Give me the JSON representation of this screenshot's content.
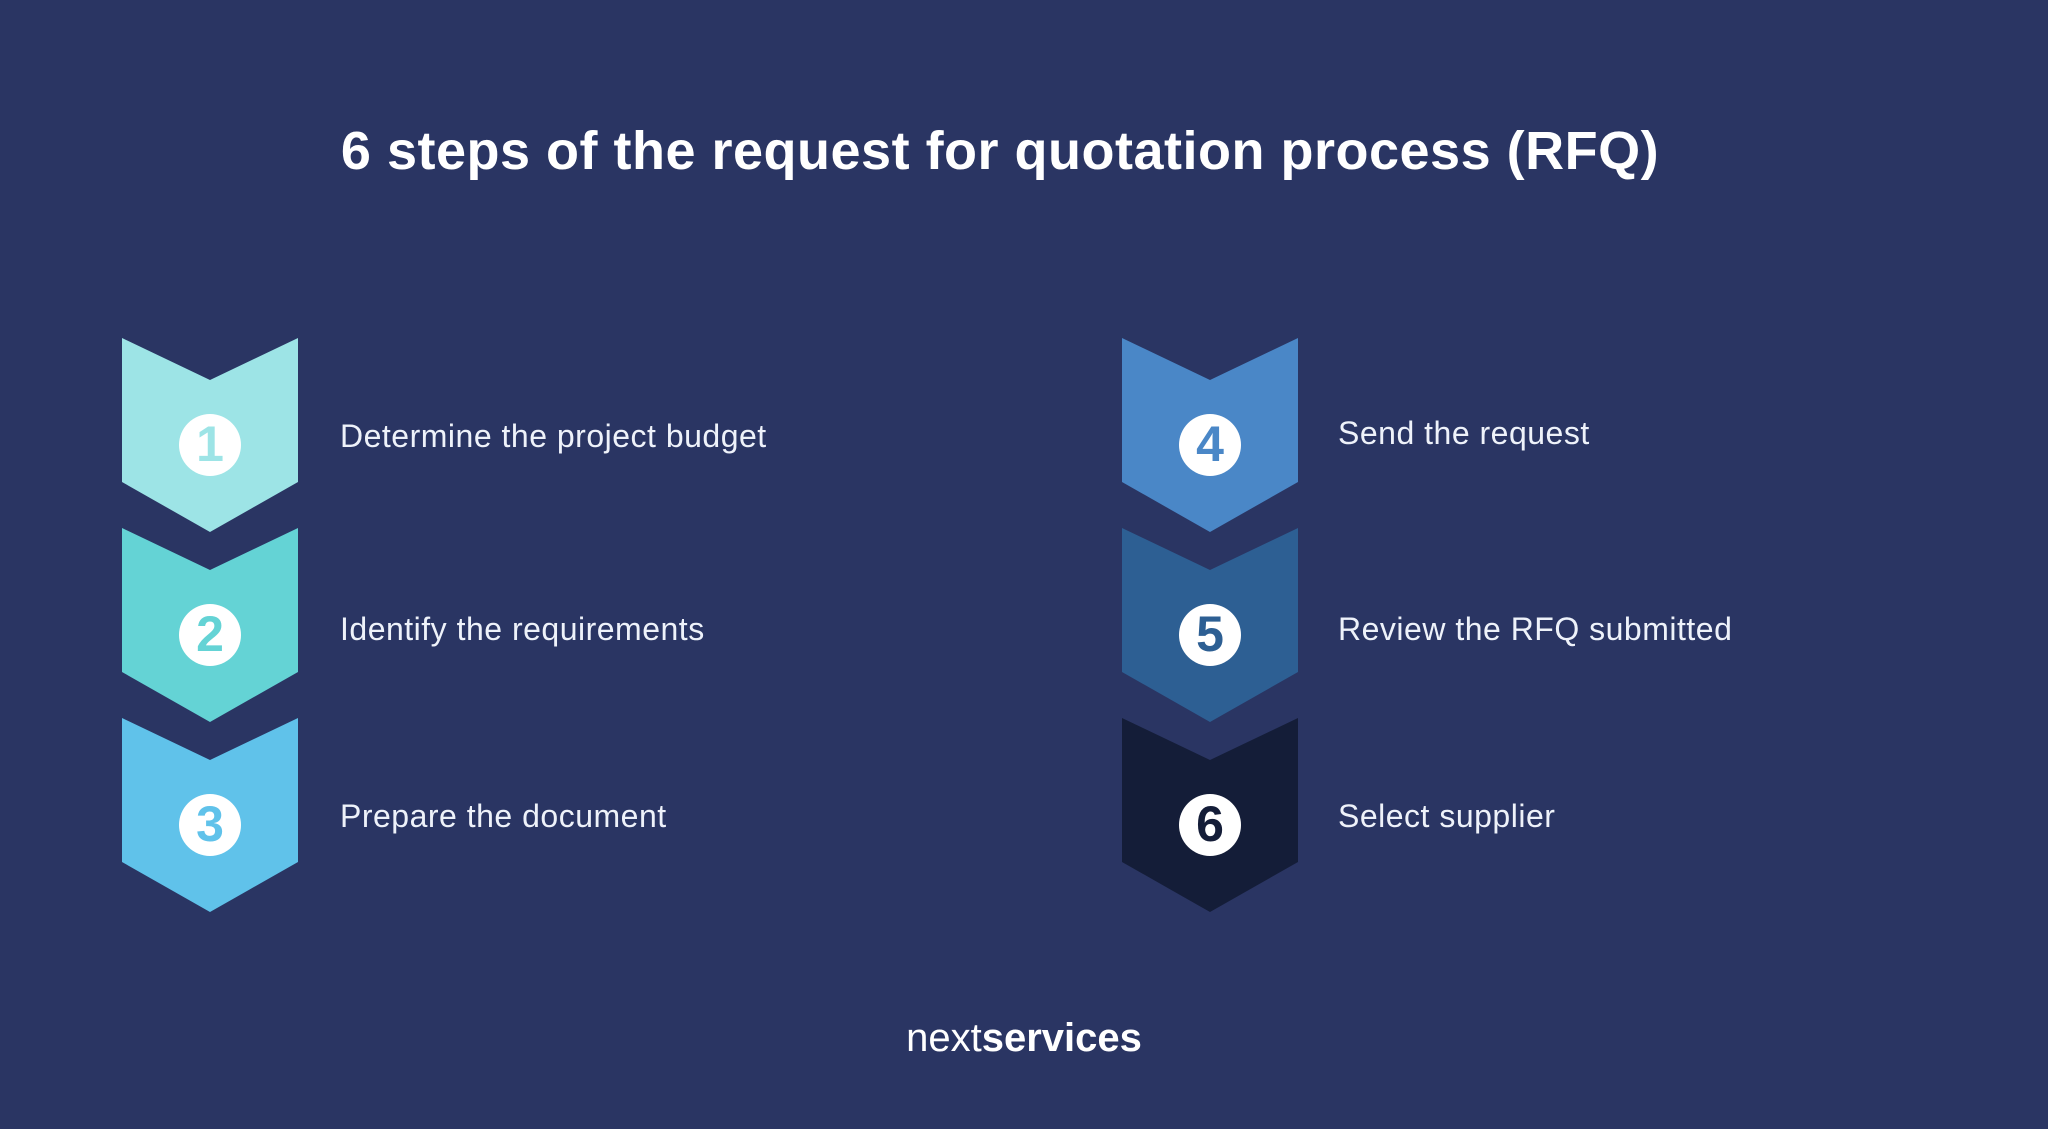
{
  "background_color": "#2a3563",
  "title": "6 steps of the request for quotation process (RFQ)",
  "steps": [
    {
      "number": "1",
      "label": "Determine the project budget",
      "color": "#9de4e6"
    },
    {
      "number": "2",
      "label": "Identify the requirements",
      "color": "#64d3d5"
    },
    {
      "number": "3",
      "label": "Prepare the document",
      "color": "#60c2ea"
    },
    {
      "number": "4",
      "label": "Send the request",
      "color": "#4a87c7"
    },
    {
      "number": "5",
      "label": "Review the RFQ submitted",
      "color": "#2d5f93"
    },
    {
      "number": "6",
      "label": "Select supplier",
      "color": "#141d38"
    }
  ],
  "footer": {
    "brand_light": "next",
    "brand_bold": "services"
  }
}
